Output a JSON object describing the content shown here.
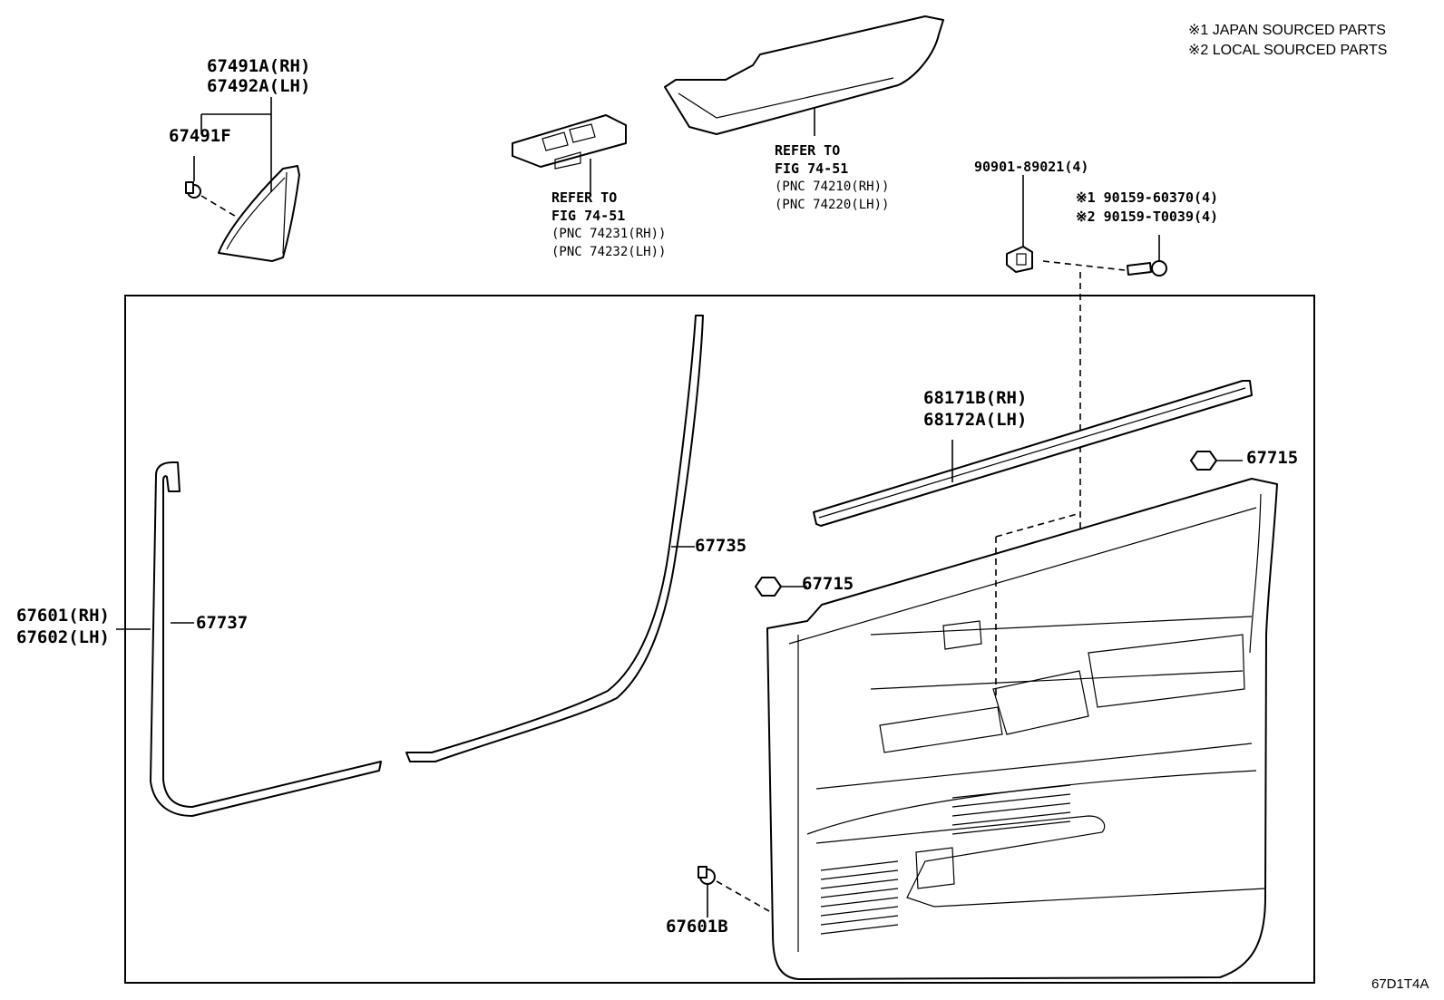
{
  "legend": {
    "note1": "※1  JAPAN SOURCED PARTS",
    "note2": "※2  LOCAL SOURCED PARTS"
  },
  "figure_id": "67D1T4A",
  "labels": {
    "p67491a": "67491A(RH)",
    "p67492a": "67492A(LH)",
    "p67491f": "67491F",
    "refer_switch_1": "REFER TO",
    "refer_switch_2": "FIG 74-51",
    "refer_switch_pnc1": "(PNC 74231(RH))",
    "refer_switch_pnc2": "(PNC 74232(LH))",
    "refer_arm_1": "REFER TO",
    "refer_arm_2": "FIG 74-51",
    "refer_arm_pnc1": "(PNC 74210(RH))",
    "refer_arm_pnc2": "(PNC 74220(LH))",
    "p90901": "90901-89021(4)",
    "p90159a": "※1 90159-60370(4)",
    "p90159b": "※2 90159-T0039(4)",
    "p68171b": "68171B(RH)",
    "p68172a": "68172A(LH)",
    "p67715a": "67715",
    "p67715b": "67715",
    "p67735": "67735",
    "p67737": "67737",
    "p67601": "67601(RH)",
    "p67602": "67602(LH)",
    "p67601b": "67601B"
  },
  "icons": {
    "clip": "clip-icon",
    "bolt": "bolt-icon",
    "plug": "hole-plug-icon"
  }
}
